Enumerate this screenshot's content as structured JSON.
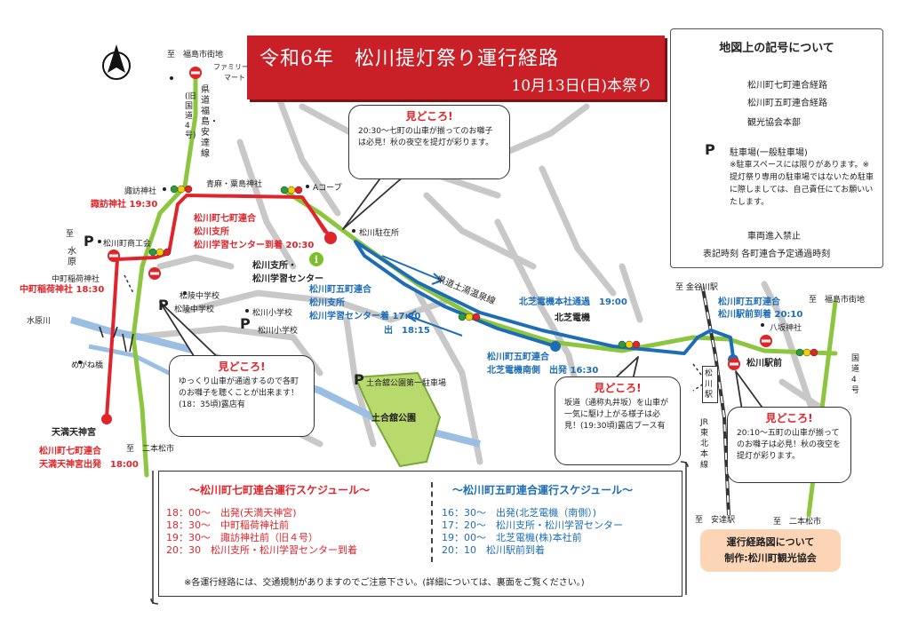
{
  "title": {
    "main": "令和6年　松川提灯祭り運行経路",
    "sub": "10月13日(日)本祭り"
  },
  "legend": {
    "title": "地図上の記号について",
    "red_route": "松川町七町連合経路",
    "blue_route": "松川町五町連合経路",
    "info": "観光協会本部",
    "parking_symbol": "P",
    "parking": "駐車場(一般駐車場)",
    "parking_note": "※駐車スペースには限りがあります。※提灯祭り専用の駐車場ではないため駐車に際しましては、自己責任にてお願いいたします。",
    "no_entry": "車両進入禁止",
    "time_note": "表記時刻 各町連合予定通過時刻",
    "red_color": "#e0242a",
    "blue_color": "#1d6db6",
    "green_color": "#8cc63f"
  },
  "places": {
    "fukushima_top": "至　福島市街地",
    "familymart": "ファミリー",
    "familymart2": "マート",
    "kendo": "県道福島・安達線",
    "kendo_sub": "(旧国道4号)",
    "suwa": "諏訪神社",
    "aomaso": "青麻・粟島神社",
    "acoop": "Aコープ",
    "matsukawa_parking": "松川駐在所",
    "shokokai": "松川町商工会",
    "to_mizuhara": "至",
    "mizuhara": "水原",
    "nakamachi_inari": "中町稲荷神社",
    "mizuharagawa": "水原川",
    "meganebashi": "めがね橋",
    "shiten": "松川支所・",
    "gakushu": "松川学習センター",
    "kendo_yumoto": "県道土湯温泉線",
    "kitashiba": "北芝電機",
    "shogakko": "松川小学校",
    "p_shogakko": "松川小学校",
    "chugakko": "松陵中学校",
    "p_chugakko": "松陵中学校",
    "dogokan_p": "土合舘公園第一駐車場",
    "dogokan_park": "土合舘公園",
    "tenman": "天満天神宮",
    "nihonmatsu_left": "至　二本松市",
    "kaneya": "至 金谷川駅",
    "fukushima_right": "至　福島市街地",
    "hachiman": "八坂神社",
    "matsukawa_eki": "松川駅前",
    "station_name": "松川駅",
    "jr": "JR東北本線",
    "kokudo4": "国道4号",
    "adachi": "至　安達駅",
    "nihonmatsu_right": "至　二本松市"
  },
  "route_labels": {
    "suwa_time": "諏訪神社 19:30",
    "shichimachi_l1": "松川町七町連合",
    "shichimachi_l2": "松川支所",
    "shichimachi_l3": "松川学習センター到着 20:30",
    "nakamachi_time": "中町稲荷神社 18:30",
    "tenman_l1": "松川町七町連合",
    "tenman_l2": "天満天神宮出発　18:00",
    "gomachi_l1": "松川町五町連合",
    "gomachi_l2": "松川支所",
    "gomachi_l3": "松川学習センター着 17:20",
    "gomachi_l4": "出　18:15",
    "kitashiba_pass": "北芝電機本社通過　19:00",
    "kitashiba_south_l1": "松川町五町連合",
    "kitashiba_south_l2": "北芝電機南側　出発 16:30",
    "eki_l1": "松川町五町連合",
    "eki_l2": "松川駅前到着 20:10"
  },
  "callouts": [
    {
      "title": "見どころ!",
      "body": "20:30～七町の山車が揃ってのお囃子は必見！秋の夜空を提灯が彩ります。"
    },
    {
      "title": "見どころ!",
      "body": "ゆっくり山車が通過するので各町のお囃子を聴くことが出来ます！(18：35頃)露店有"
    },
    {
      "title": "見どころ!",
      "body": "坂道（通称丸井坂）を山車が一気に駆け上がる様子は必見！(19:30頃)露店ブース有"
    },
    {
      "title": "見どころ!",
      "body": "20:10～五町の山車が揃ってのお囃子は必見！秋の夜空を提灯が彩ります。"
    }
  ],
  "schedule": {
    "left_title": "～松川町七町連合運行スケジュール～",
    "right_title": "～松川町五町連合運行スケジュール～",
    "left": [
      {
        "time": "18：00～",
        "desc": "出発(天満天神宮)"
      },
      {
        "time": "18：30～",
        "desc": "中町稲荷神社前"
      },
      {
        "time": "19：30～",
        "desc": "諏訪神社前（旧４号）"
      },
      {
        "time": "20：30",
        "desc": "松川支所・松川学習センター到着"
      }
    ],
    "right": [
      {
        "time": "16：30～",
        "desc": "出発(北芝電機（南側）)"
      },
      {
        "time": "17：20～",
        "desc": "松川支所・松川学習センター"
      },
      {
        "time": "19：00～",
        "desc": "北芝電機(株)本社前"
      },
      {
        "time": "20：10",
        "desc": "松川駅前到着"
      }
    ],
    "note": "※各運行経路には、交通規制がありますのでご注意下さい。(詳細については、裏面をご覧ください。)"
  },
  "credit": {
    "line1": "運行経路図について",
    "line2": "制作:松川町観光協会"
  }
}
